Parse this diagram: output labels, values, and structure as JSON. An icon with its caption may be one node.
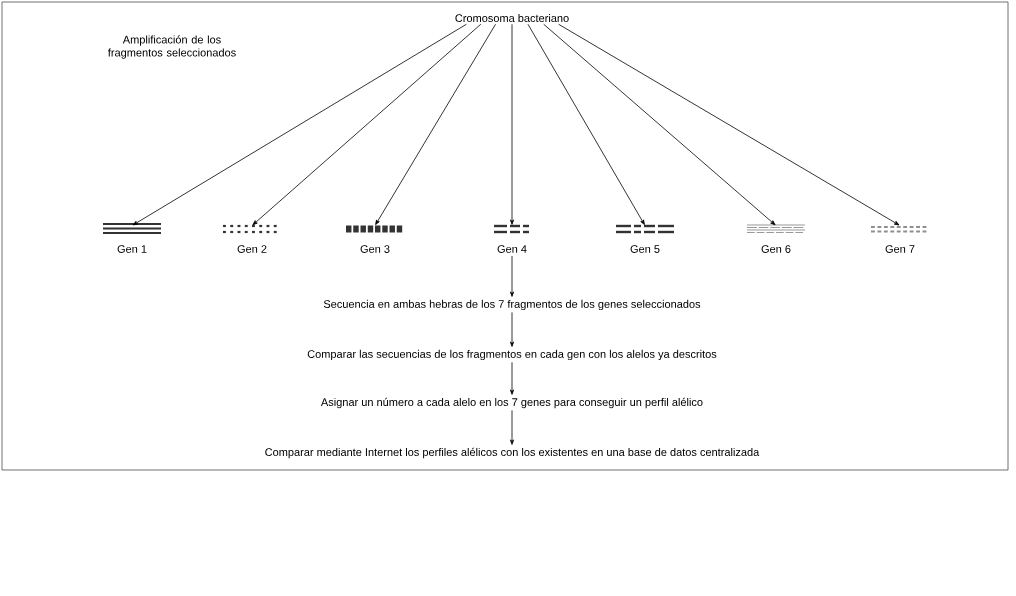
{
  "diagram": {
    "nodes": [
      {
        "text": [
          "Cromosoma bacteriano"
        ]
      },
      {
        "text": [
          "Gen 1"
        ]
      },
      {
        "text": [
          "Gen 2"
        ]
      },
      {
        "text": [
          "Gen 3"
        ]
      },
      {
        "text": [
          "Gen 4"
        ]
      },
      {
        "text": [
          "Gen 5"
        ]
      },
      {
        "text": [
          "Gen 6"
        ]
      },
      {
        "text": [
          "Gen 7"
        ]
      },
      {
        "text": [
          "Secuencia en ambas hebras de los 7 fragmentos de los genes seleccionados"
        ]
      },
      {
        "text": [
          "Comparar las secuencias de los fragmentos en cada gen con los alelos ya descritos"
        ]
      },
      {
        "text": [
          "Asignar un número a cada alelo en los 7 genes para conseguir un perfil alélico"
        ]
      },
      {
        "text": [
          "Comparar mediante Internet los perfiles alélicos con los existentes en una base de datos centralizada"
        ]
      }
    ],
    "edges": [
      {
        "from": 0,
        "to": 1,
        "arrow": "to"
      },
      {
        "from": 0,
        "to": 2,
        "arrow": "to"
      },
      {
        "from": 0,
        "to": 3,
        "arrow": "to"
      },
      {
        "from": 0,
        "to": 4,
        "arrow": "to"
      },
      {
        "from": 0,
        "to": 5,
        "arrow": "to"
      },
      {
        "from": 0,
        "to": 6,
        "arrow": "to"
      },
      {
        "from": 0,
        "to": 7,
        "arrow": "to"
      },
      {
        "from": 4,
        "to": 8,
        "arrow": "to"
      },
      {
        "from": 8,
        "to": 9,
        "arrow": "to"
      },
      {
        "from": 9,
        "to": 10,
        "arrow": "to"
      },
      {
        "from": 10,
        "to": 11,
        "arrow": "to"
      }
    ],
    "labels": [
      "Amplificación de los fragmentos seleccionados"
    ]
  }
}
